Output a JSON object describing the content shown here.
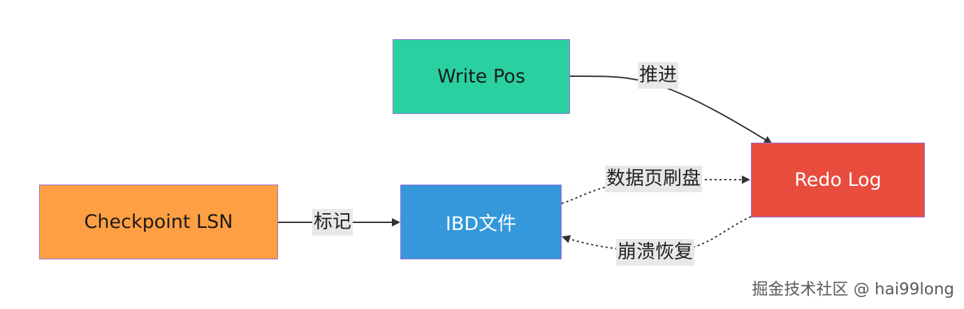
{
  "nodes": {
    "write_pos": {
      "label": "Write Pos",
      "color": "#2ad0a0"
    },
    "redo_log": {
      "label": "Redo Log",
      "color": "#e84c3d"
    },
    "checkpoint": {
      "label": "Checkpoint LSN",
      "color": "#ff9f43"
    },
    "ibd": {
      "label": "IBD文件",
      "color": "#3498db"
    }
  },
  "edges": {
    "advance": {
      "label": "推进",
      "style": "solid"
    },
    "flush": {
      "label": "数据页刷盘",
      "style": "dashed"
    },
    "mark": {
      "label": "标记",
      "style": "solid"
    },
    "recover": {
      "label": "崩溃恢复",
      "style": "dashed"
    }
  },
  "colors": {
    "node_border": "#9b6fd6",
    "edge": "#333333",
    "label_bg": "#e8e8e8"
  },
  "watermark": "掘金技术社区 @ hai99long"
}
